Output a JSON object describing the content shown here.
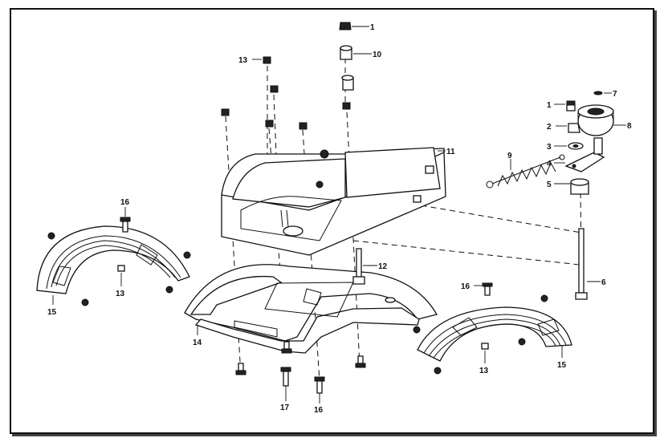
{
  "labels": [
    {
      "id": "1a",
      "text": "1"
    },
    {
      "id": "10",
      "text": "10"
    },
    {
      "id": "13a",
      "text": "13"
    },
    {
      "id": "7",
      "text": "7"
    },
    {
      "id": "1b",
      "text": "1"
    },
    {
      "id": "8",
      "text": "8"
    },
    {
      "id": "2",
      "text": "2"
    },
    {
      "id": "3",
      "text": "3"
    },
    {
      "id": "11",
      "text": "11"
    },
    {
      "id": "9",
      "text": "9"
    },
    {
      "id": "4",
      "text": "4"
    },
    {
      "id": "5",
      "text": "5"
    },
    {
      "id": "16a",
      "text": "16"
    },
    {
      "id": "12",
      "text": "12"
    },
    {
      "id": "13b",
      "text": "13"
    },
    {
      "id": "15a",
      "text": "15"
    },
    {
      "id": "16b",
      "text": "16"
    },
    {
      "id": "6",
      "text": "6"
    },
    {
      "id": "14",
      "text": "14"
    },
    {
      "id": "15b",
      "text": "15"
    },
    {
      "id": "13c",
      "text": "13"
    },
    {
      "id": "17",
      "text": "17"
    },
    {
      "id": "16c",
      "text": "16"
    }
  ]
}
